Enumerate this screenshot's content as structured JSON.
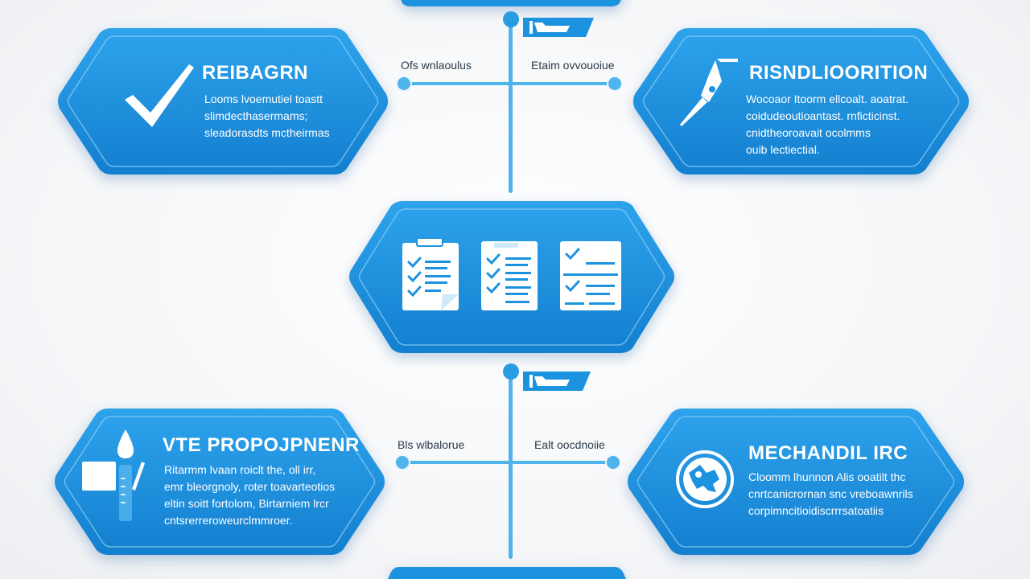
{
  "cards": {
    "top_left": {
      "title": "REIBAGRN",
      "lines": [
        "Looms lvoemutiel toastt",
        "slimdecthasermams;",
        "sleadorasdts mctheirmas"
      ],
      "icon": "checkmark-icon"
    },
    "top_right": {
      "title": "RISNDLIOORITION",
      "lines": [
        "Wocoaor Itoorm ellcoalt. aoatrat.",
        "coidudeoutioantast. rnficticinst.",
        "cnidtheoroavait ocolmms",
        "ouib lectiectial."
      ],
      "icon": "needle-icon"
    },
    "bottom_left": {
      "title": "VTE PROPOJPNENR",
      "lines": [
        "Ritarmm lvaan roiclt the, oll irr,",
        "emr bleorgnoly, roter toavarteotios",
        "eltin soitt fortolom, Birtarniem lrcr",
        "cntsrerreroweurclmmroer."
      ],
      "icon": "vial-icon"
    },
    "bottom_right": {
      "title": "MECHANDIL IRC",
      "lines": [
        "Cloomm lhunnon Alis ooatilt thc",
        "cnrtcanicrornan snc vreboawnrils",
        "corpimncitioidiscrrrsatoatiis"
      ],
      "icon": "mechanism-icon"
    }
  },
  "connectors": {
    "top": {
      "left_label": "Ofs wnlaoulus",
      "right_label": "Etaim ovvouoiue"
    },
    "bottom": {
      "left_label": "Bls wlbalorue",
      "right_label": "Ealt oocdnoiie"
    }
  },
  "center_icons": [
    "checklist-clipboard-icon",
    "checklist-document-icon",
    "checklist-board-icon"
  ],
  "colors": {
    "primary": "#1a8fdc",
    "light": "#4fb3ec",
    "dark": "#0f6fb8",
    "background": "#f4f5f7"
  }
}
